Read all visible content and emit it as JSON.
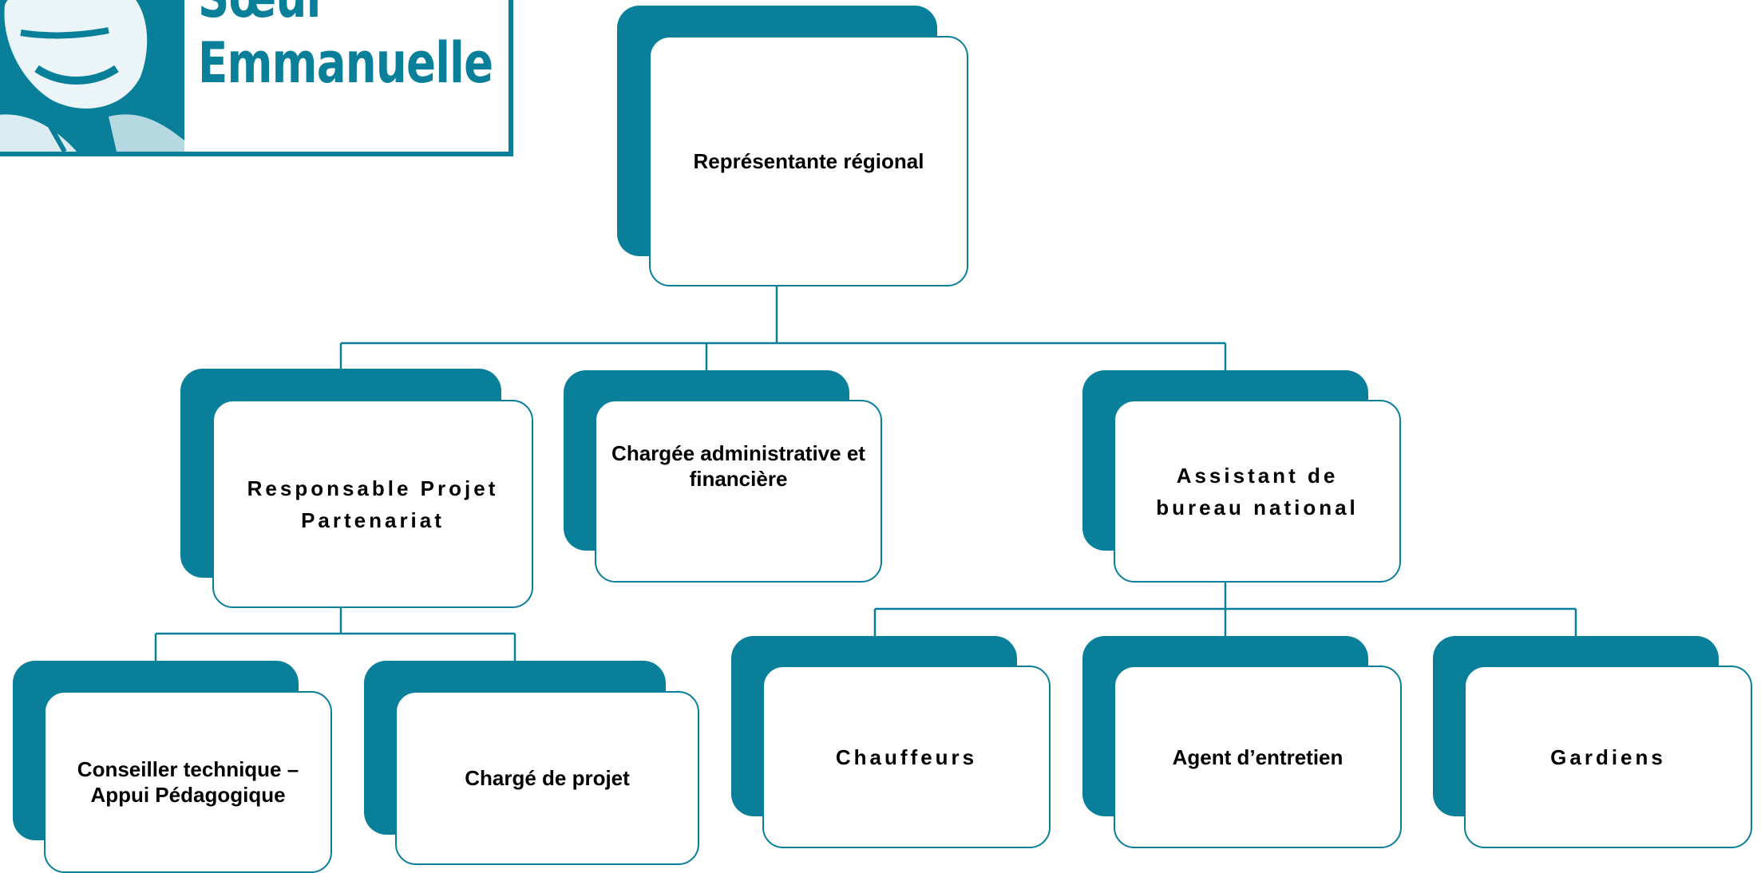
{
  "logo": {
    "line1": "Sœur",
    "line2": "Emmanuelle"
  },
  "colors": {
    "accent": "#0a7f9a",
    "card_background": "#ffffff",
    "text": "#000000"
  },
  "nodes": {
    "representante": "Représentante régional",
    "responsable": "Responsable Projet\nPartenariat",
    "chargee_admin": "Chargée administrative et\nfinancière",
    "assistant": "Assistant de\nbureau national",
    "conseiller": "Conseiller technique –\nAppui Pédagogique",
    "charge_projet": "Chargé de projet",
    "chauffeurs": "Chauffeurs",
    "agent": "Agent d’entretien",
    "gardiens": "Gardiens"
  }
}
